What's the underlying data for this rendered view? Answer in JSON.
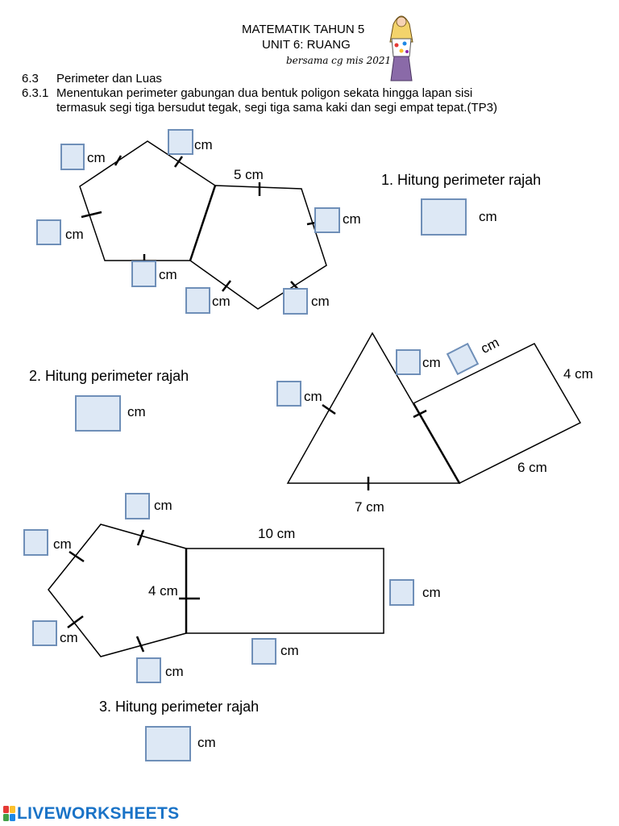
{
  "header": {
    "line1": "MATEMATIK TAHUN 5",
    "line2": "UNIT 6: RUANG",
    "signature": "bersama cg mis 2021"
  },
  "topic": {
    "num1": "6.3",
    "text1": "Perimeter dan Luas",
    "num2": "6.3.1",
    "text2a": "Menentukan perimeter gabungan dua bentuk poligon sekata hingga lapan sisi",
    "text2b": "termasuk segi tiga bersudut tegak, segi tiga sama kaki dan segi empat tepat.(TP3)"
  },
  "unit": "cm",
  "q1": {
    "prompt": "1.   Hitung perimeter rajah",
    "given": "5 cm"
  },
  "q2": {
    "prompt": "2. Hitung perimeter rajah",
    "side_4": "4 cm",
    "side_6": "6 cm",
    "side_7": "7 cm"
  },
  "q3": {
    "prompt": "3. Hitung perimeter rajah",
    "top": "10 cm",
    "left": "4 cm"
  },
  "footer": {
    "brand": "LIVEWORKSHEETS",
    "logo_colors": [
      "#e53935",
      "#fbc02d",
      "#43a047",
      "#1e88e5"
    ]
  },
  "colors": {
    "answer_fill": "#dde8f5",
    "answer_border": "#6f8fb8",
    "brand_blue": "#1a73c7"
  }
}
